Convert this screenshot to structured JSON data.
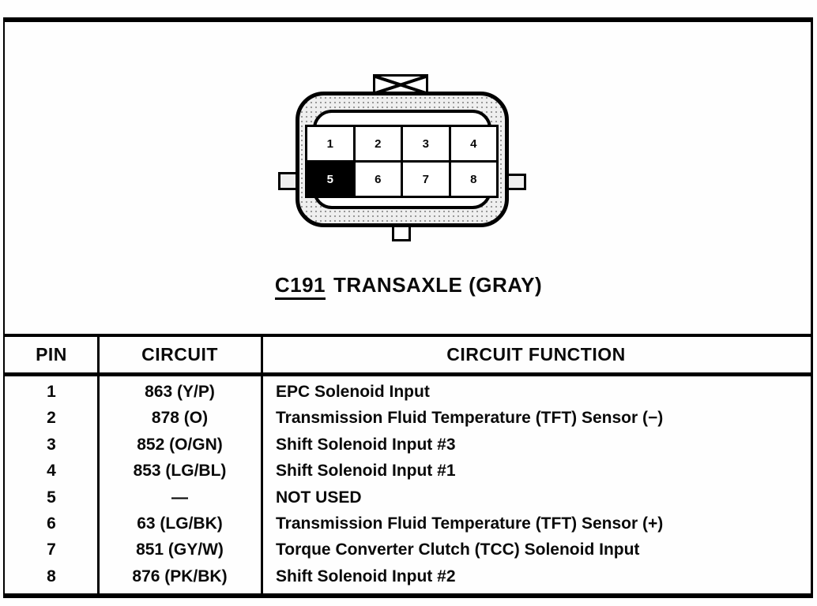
{
  "colors": {
    "ink": "#000000",
    "paper": "#fefefe",
    "highlighted_pin_fill": "#000000"
  },
  "title": {
    "connector_id": "C191",
    "connector_desc": "TRANSAXLE (GRAY)"
  },
  "connector": {
    "pins": [
      "1",
      "2",
      "3",
      "4",
      "5",
      "6",
      "7",
      "8"
    ],
    "highlighted_pin": "5",
    "rows": 2,
    "columns": 4
  },
  "table": {
    "headers": [
      "PIN",
      "CIRCUIT",
      "CIRCUIT FUNCTION"
    ],
    "rows": [
      {
        "pin": "1",
        "circuit": "863 (Y/P)",
        "function": "EPC Solenoid Input"
      },
      {
        "pin": "2",
        "circuit": "878 (O)",
        "function": "Transmission Fluid Temperature (TFT) Sensor (−)"
      },
      {
        "pin": "3",
        "circuit": "852 (O/GN)",
        "function": "Shift Solenoid Input #3"
      },
      {
        "pin": "4",
        "circuit": "853 (LG/BL)",
        "function": "Shift Solenoid Input #1"
      },
      {
        "pin": "5",
        "circuit": "—",
        "function": "NOT USED"
      },
      {
        "pin": "6",
        "circuit": "63 (LG/BK)",
        "function": "Transmission Fluid Temperature (TFT) Sensor (+)"
      },
      {
        "pin": "7",
        "circuit": "851 (GY/W)",
        "function": "Torque Converter Clutch (TCC) Solenoid Input"
      },
      {
        "pin": "8",
        "circuit": "876 (PK/BK)",
        "function": "Shift Solenoid Input #2"
      }
    ]
  }
}
